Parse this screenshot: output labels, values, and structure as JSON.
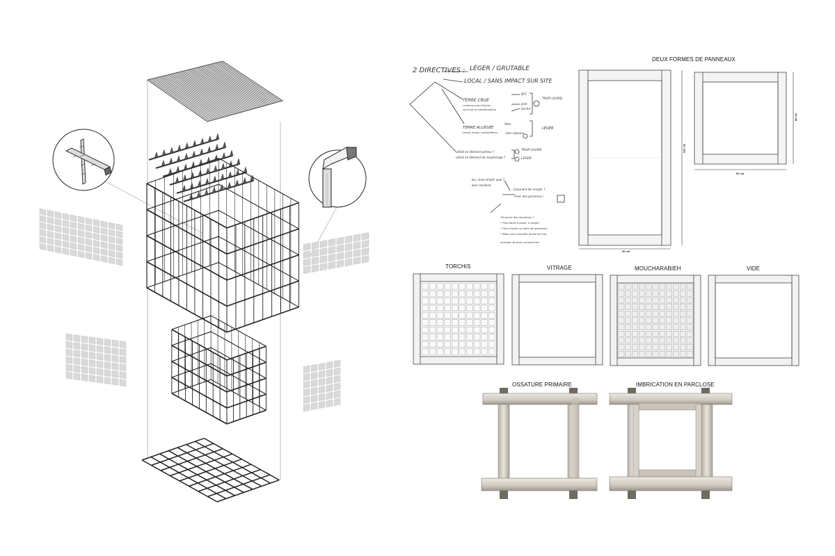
{
  "headings": {
    "deux_formes": "DEUX FORMES DE PANNEAUX",
    "torchis": "TORCHIS",
    "vitrage": "VITRAGE",
    "moucharabieh": "MOUCHARABIEH",
    "vide": "VIDE",
    "ossature_primaire": "OSSATURE PRIMAIRE",
    "imbrication": "IMBRICATION EN PARCLOSE"
  },
  "dimensions": {
    "large_width": "60 cm",
    "large_height": "120 cm",
    "small_width": "60 cm",
    "small_height": "60 cm"
  },
  "notes": {
    "directives": "2 DIRECTIVES :",
    "leger": "LÉGER / GRUTABLE",
    "local": "LOCAL / SANS IMPACT SUR SITE",
    "terre_crue": "TERRE CRUE",
    "terre_crue_a": "- contenue par d'autres",
    "terre_crue_b": "- suivi par la transformation",
    "btc": "BTC",
    "pise": "pisé",
    "torchis_note": "torchis",
    "trop_lourd": "TROP LOURD",
    "terre_allegee": "TERRE ALLÉGÉE",
    "terre_allegee_a": "- travail, temps, manipulations",
    "fibre": "fibre",
    "bois_copeaux": "bois copeaux",
    "leger_note": "LÉGER",
    "q1": "utilisé en élément porteur ?",
    "q2": "utilisé en élément de remplissage ?",
    "trop_lourd_2": "TROP LOURD",
    "leger_2": "LÉGER",
    "q3": "- oui, mais remplir quoi ?",
    "q4": "- avec ossature",
    "q5": "- Comment les remplir ?",
    "q6": "- Avec des panneaux !",
    "list_1": "- Pourquoi des panneaux ?",
    "list_2": "• Plus facile à poser, à ranger",
    "list_3": "• Peut choisir sa taille de panneaux",
    "list_4": "• Base vers nouvelle forme de mur",
    "list_5": "- principe de auto-construction"
  },
  "panel_types": [
    "torchis",
    "vitrage",
    "moucharabieh",
    "vide"
  ],
  "icons": [
    "plan-zoom-icon",
    "section-zoom-icon"
  ]
}
